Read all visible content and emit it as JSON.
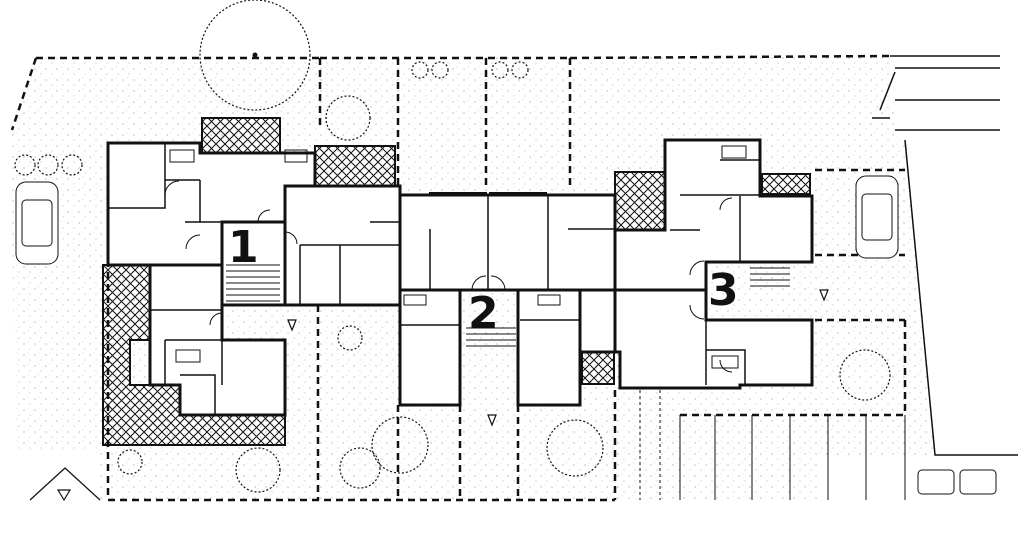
{
  "labels": {
    "building_1": "1",
    "building_2": "2",
    "building_3": "3"
  },
  "colors": {
    "ink": "#111111",
    "paper": "#ffffff",
    "stipple": "#9a9a9a"
  }
}
